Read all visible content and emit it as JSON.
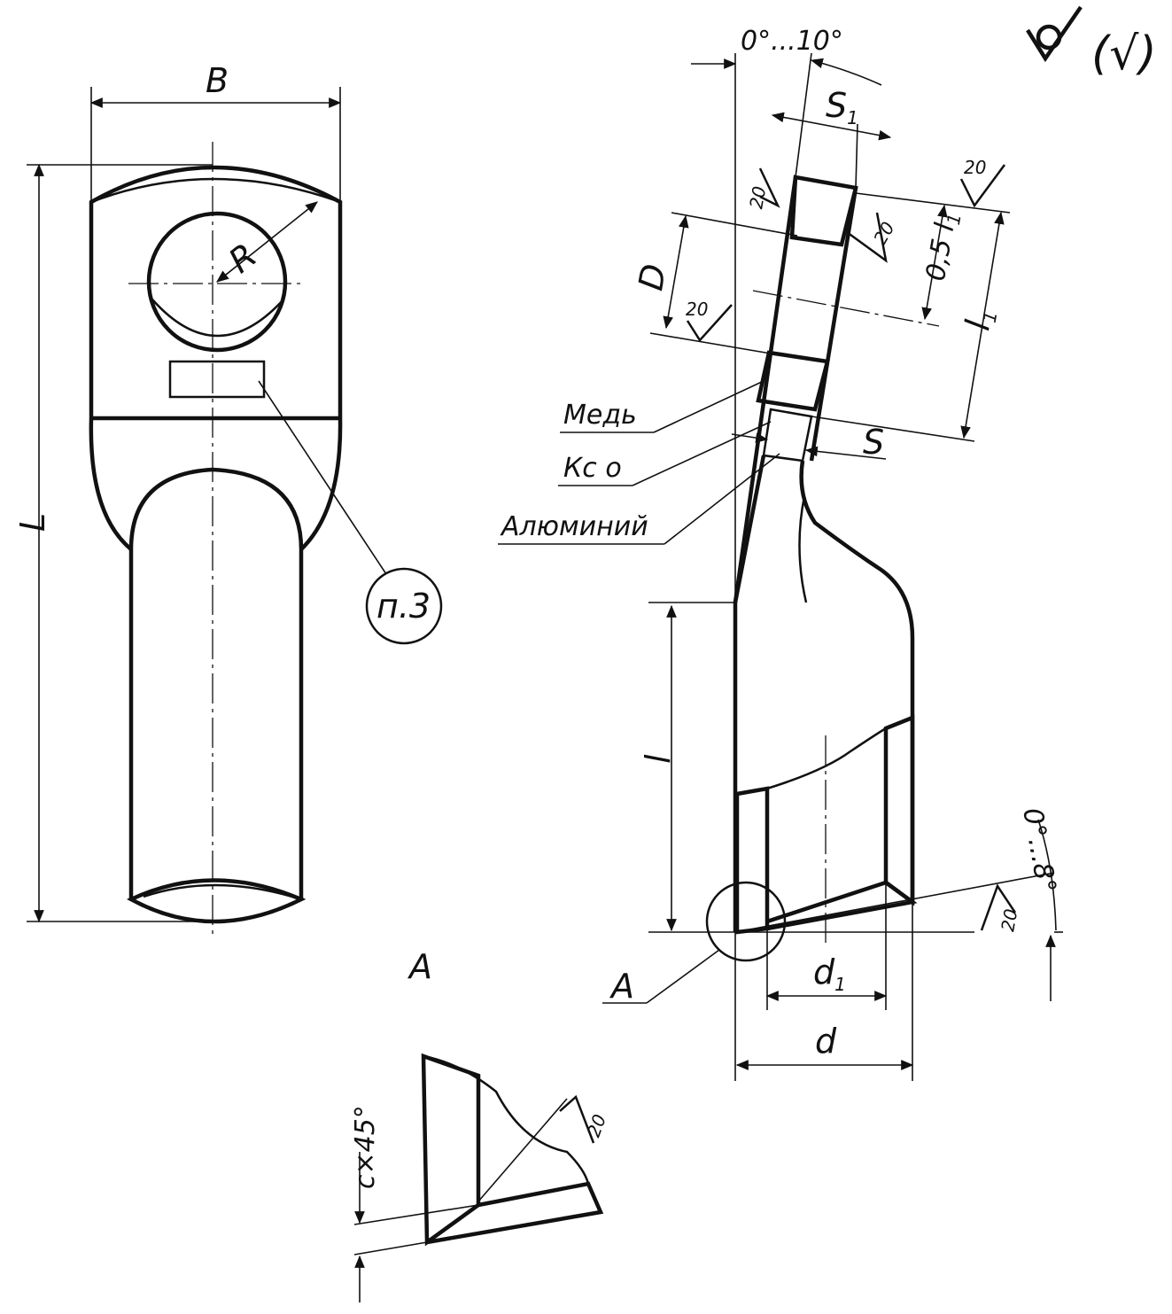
{
  "labels": {
    "B": "B",
    "L": "L",
    "R": "R",
    "note_ref": "п.3",
    "view_A_title": "A",
    "angle_top": "0°...10°",
    "S1": "S",
    "S1_sub": "1",
    "D": "D",
    "half_l1": "0,5 l",
    "half_l1_sub": "1",
    "l1": "l",
    "l1_sub": "1",
    "S": "S",
    "l": "l",
    "d1": "d",
    "d1_sub": "1",
    "d": "d",
    "angle_bottom": "0°...8°",
    "detail_A": "A",
    "chamfer": "c×45°"
  },
  "materials": {
    "copper": "Медь",
    "kso": "Кс о",
    "aluminium": "Алюминий"
  },
  "roughness": {
    "value": "20",
    "general_note": "(√)"
  }
}
